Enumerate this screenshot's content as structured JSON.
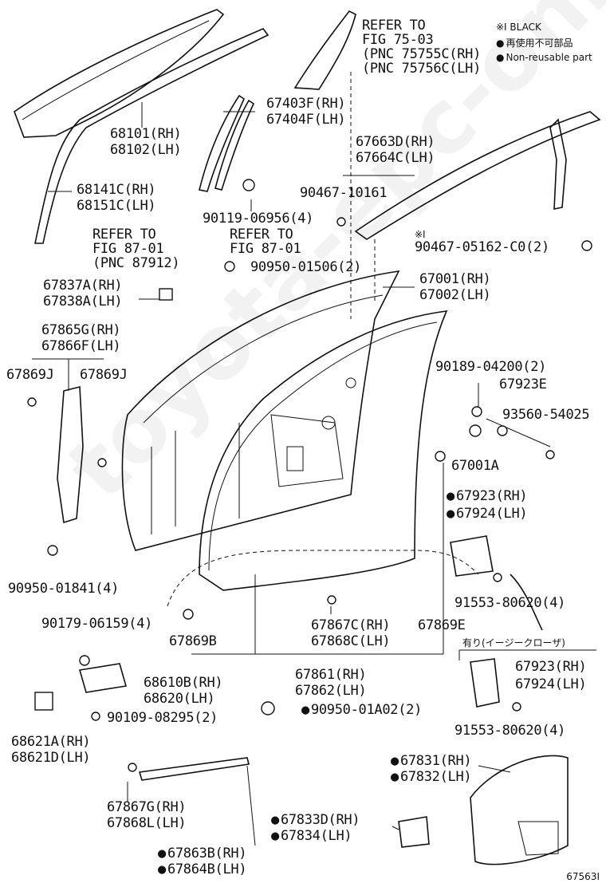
{
  "watermark": "toyota-epc-online.ru",
  "legend": {
    "black": "※I BLACK",
    "non_reusable_jp": "再使用不可部品",
    "non_reusable_en": "Non-reusable part"
  },
  "figure_number": "67563I",
  "labels": {
    "refer_75_1": "REFER TO",
    "refer_75_2": "FIG 75-03",
    "refer_75_3": "(PNC 75755C(RH)",
    "refer_75_4": "(PNC 75756C(LH)",
    "p67403": "67403F(RH)",
    "p67404": "67404F(LH)",
    "p68101": "68101(RH)",
    "p68102": "68102(LH)",
    "p67663": "67663D(RH)",
    "p67664": "67664C(LH)",
    "p68141": "68141C(RH)",
    "p68151": "68151C(LH)",
    "p90467a": "90467-10161",
    "p90119": "90119-06956(4)",
    "refer_87a_1": "REFER TO",
    "refer_87a_2": "FIG 87-01",
    "refer_87a_3": "(PNC 87912)",
    "refer_87b_1": "REFER TO",
    "refer_87b_2": "FIG 87-01",
    "p90467b": "90467-05162-C0(2)",
    "p90467b_mark": "※I",
    "p90950a": "90950-01506(2)",
    "p67837": "67837A(RH)",
    "p67838": "67838A(LH)",
    "p67001": "67001(RH)",
    "p67002": "67002(LH)",
    "p67865": "67865G(RH)",
    "p67866": "67866F(LH)",
    "p67869j_1": "67869J",
    "p67869j_2": "67869J",
    "p90189": "90189-04200(2)",
    "p67923e": "67923E",
    "p93560": "93560-54025",
    "p67001a": "67001A",
    "p67923a": "67923(RH)",
    "p67924a": "67924(LH)",
    "p90950b": "90950-01841(4)",
    "p91553a": "91553-80620(4)",
    "p90179": "90179-06159(4)",
    "p67869b": "67869B",
    "p67867c": "67867C(RH)",
    "p67868c": "67868C(LH)",
    "p67869e": "67869E",
    "easy_closer": "有り(イージークローザ)",
    "p67923b": "67923(RH)",
    "p67924b": "67924(LH)",
    "p68610": "68610B(RH)",
    "p68620": "68620(LH)",
    "p67861": "67861(RH)",
    "p67862": "67862(LH)",
    "p90109": "90109-08295(2)",
    "p90950c": "90950-01A02(2)",
    "p91553b": "91553-80620(4)",
    "p68621a": "68621A(RH)",
    "p68621d": "68621D(LH)",
    "p67831": "67831(RH)",
    "p67832": "67832(LH)",
    "p67867g": "67867G(RH)",
    "p67868l": "67868L(LH)",
    "p67833": "67833D(RH)",
    "p67834": "67834(LH)",
    "p67863": "67863B(RH)",
    "p67864": "67864B(LH)"
  }
}
